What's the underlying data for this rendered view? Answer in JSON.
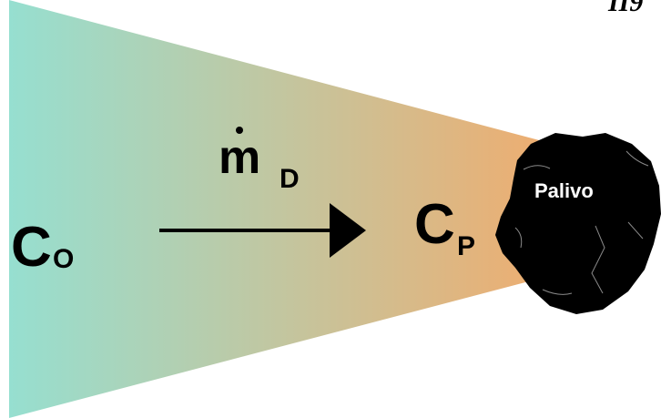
{
  "diagram": {
    "labels": {
      "outer_symbol": "C",
      "outer_subscript": "O",
      "flux_symbol": "m",
      "flux_subscript": "D",
      "surface_symbol": "C",
      "surface_subscript": "P",
      "fuel": "Palivo",
      "corner": "II9"
    },
    "colors": {
      "gradient_left": "#96dfd0",
      "gradient_right": "#f0ac6e",
      "fuel_fill": "#000000",
      "arrow": "#000000"
    }
  }
}
